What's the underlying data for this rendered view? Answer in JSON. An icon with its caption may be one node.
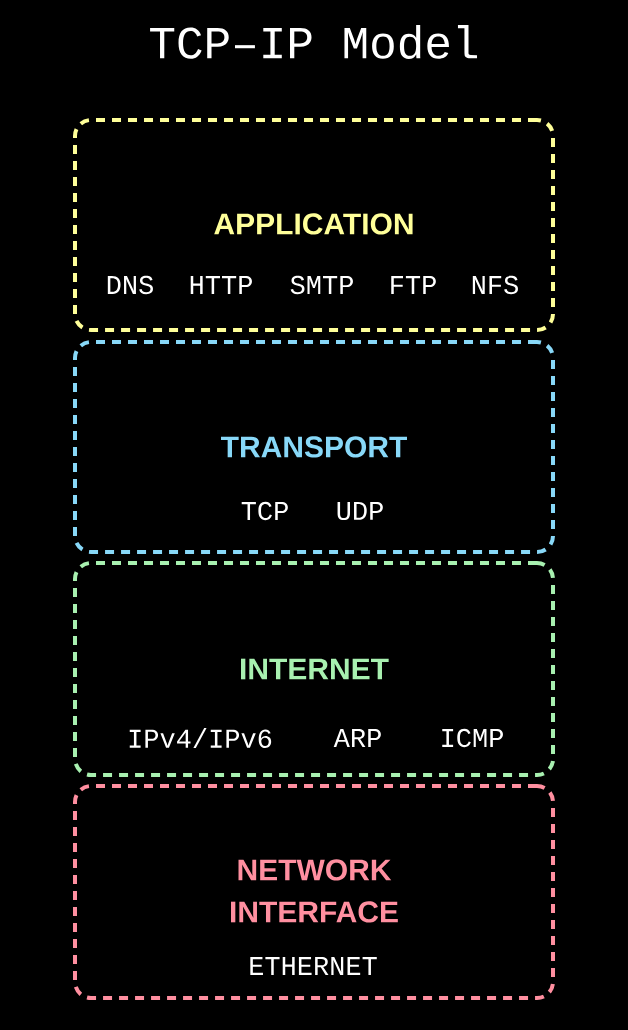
{
  "diagram": {
    "title": "TCP–IP Model",
    "nodes": [
      {
        "text": [
          "APPLICATION",
          "DNS",
          "HTTP",
          "SMTP",
          "FTP",
          "NFS"
        ]
      },
      {
        "text": [
          "TRANSPORT",
          "TCP",
          "UDP"
        ]
      },
      {
        "text": [
          "INTERNET",
          "IPv4/IPv6",
          "ARP",
          "ICMP"
        ]
      },
      {
        "text": [
          "NETWORK INTERFACE",
          "ETHERNET"
        ]
      }
    ]
  }
}
